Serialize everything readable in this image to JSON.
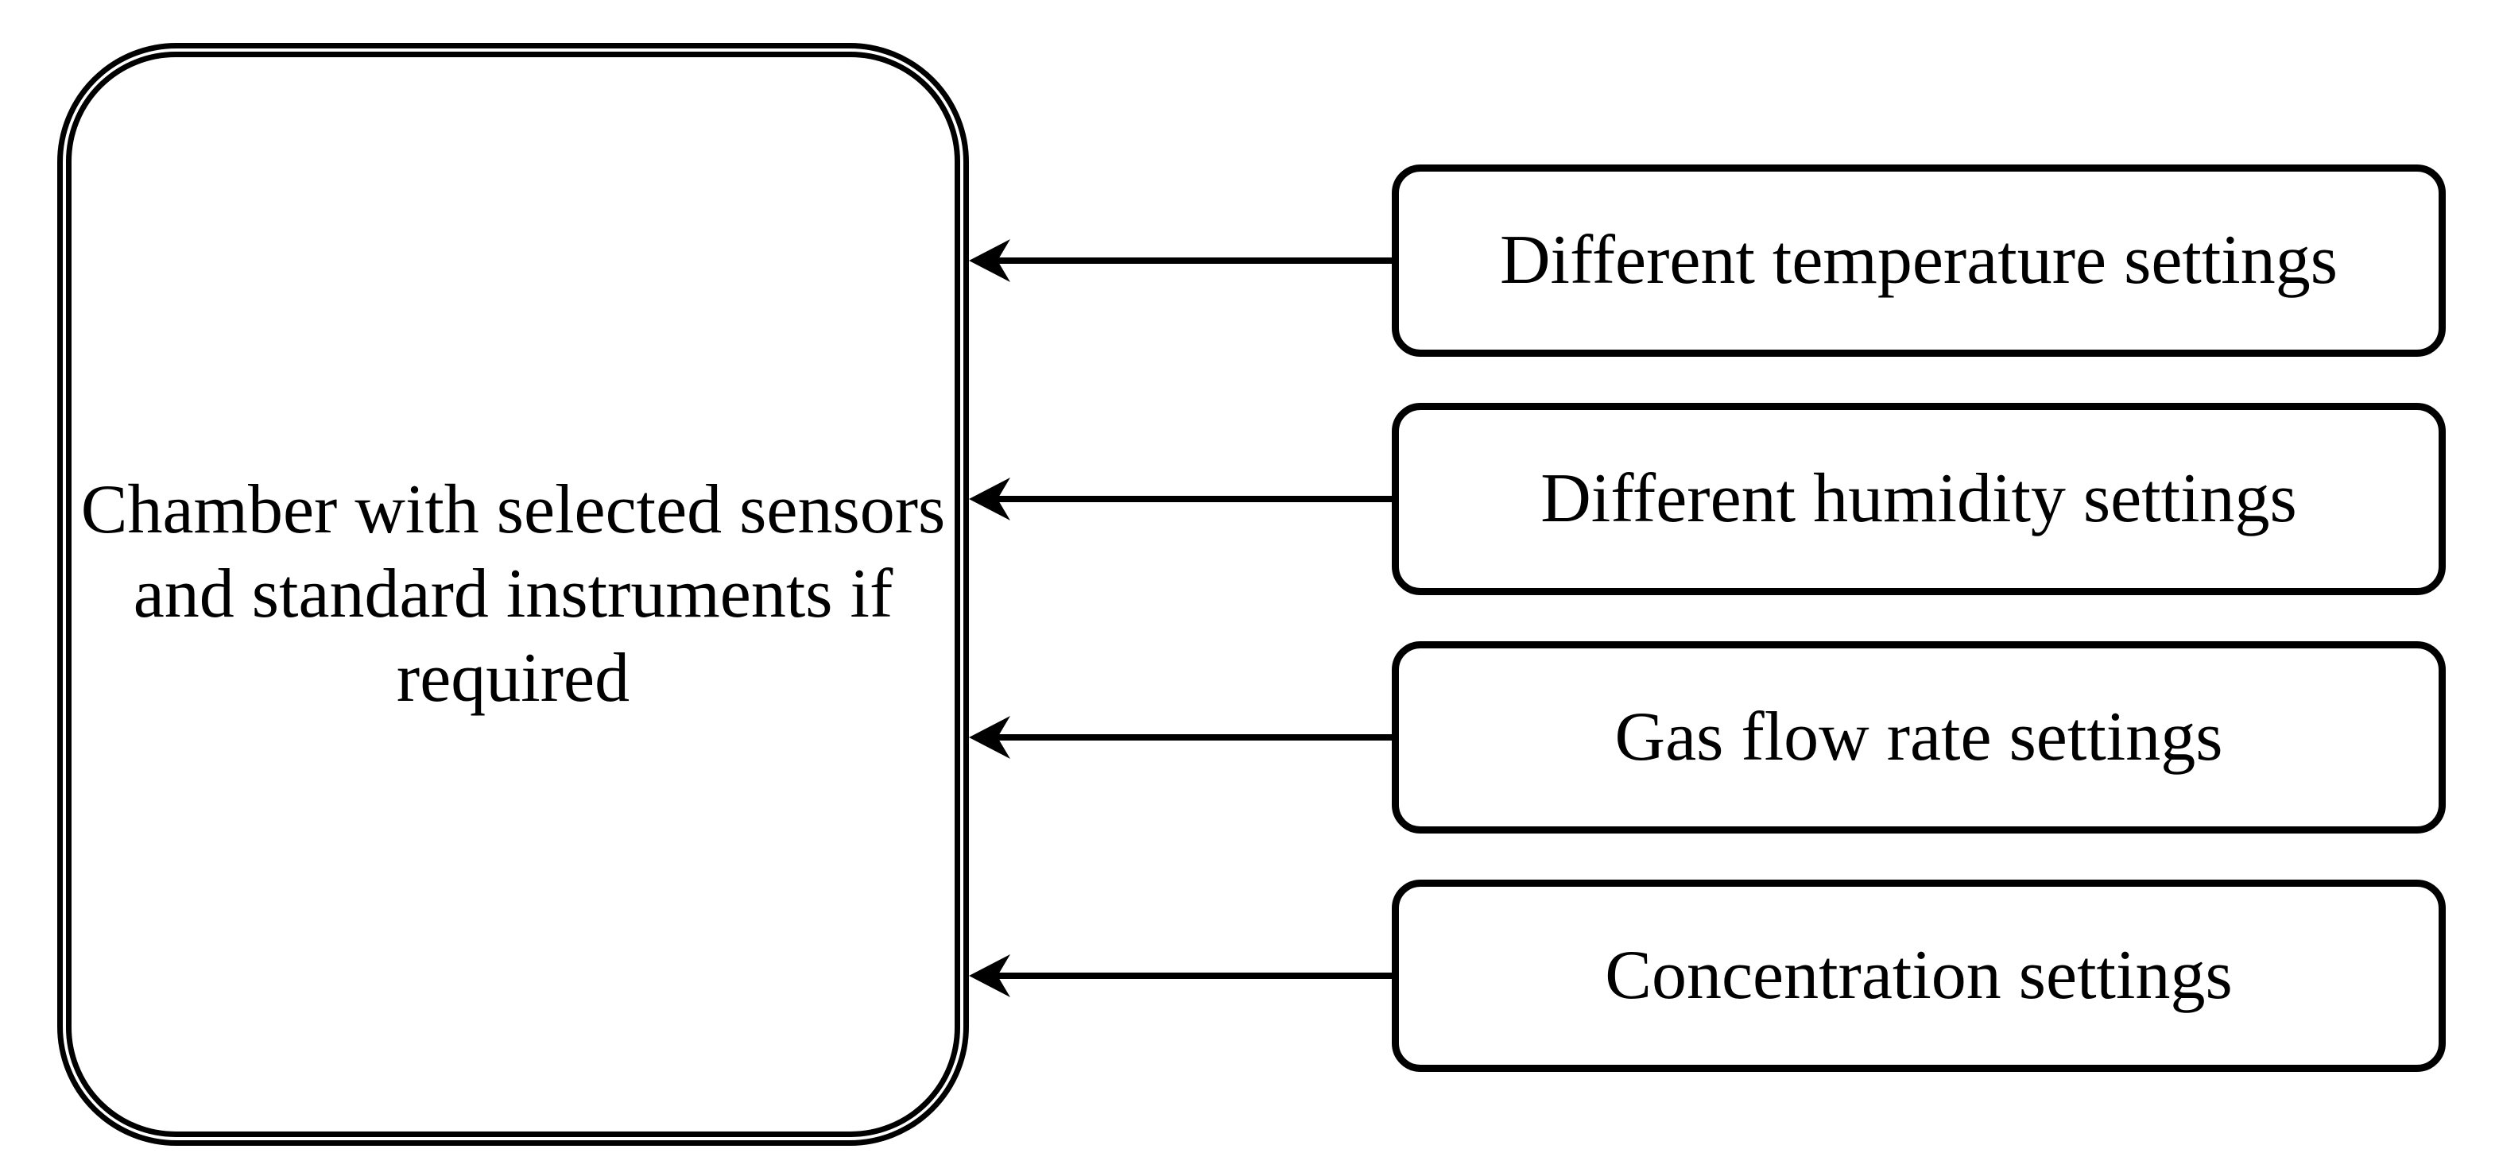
{
  "diagram": {
    "background_color": "#ffffff",
    "line_color": "#000000",
    "chamber": {
      "label": "Chamber with selected sensors and standard instruments if required",
      "lines": [
        "Chamber with selected sensors",
        "and standard instruments if",
        "required"
      ]
    },
    "boxes": [
      {
        "id": "temperature",
        "label": "Different temperature settings"
      },
      {
        "id": "humidity",
        "label": "Different humidity settings"
      },
      {
        "id": "gas-flow-rate",
        "label": "Gas flow rate settings"
      },
      {
        "id": "concentration",
        "label": "Concentration settings"
      }
    ],
    "arrows": [
      {
        "from": "temperature",
        "to": "chamber",
        "direction": "left"
      },
      {
        "from": "humidity",
        "to": "chamber",
        "direction": "left"
      },
      {
        "from": "gas-flow-rate",
        "to": "chamber",
        "direction": "left"
      },
      {
        "from": "concentration",
        "to": "chamber",
        "direction": "left"
      }
    ]
  }
}
